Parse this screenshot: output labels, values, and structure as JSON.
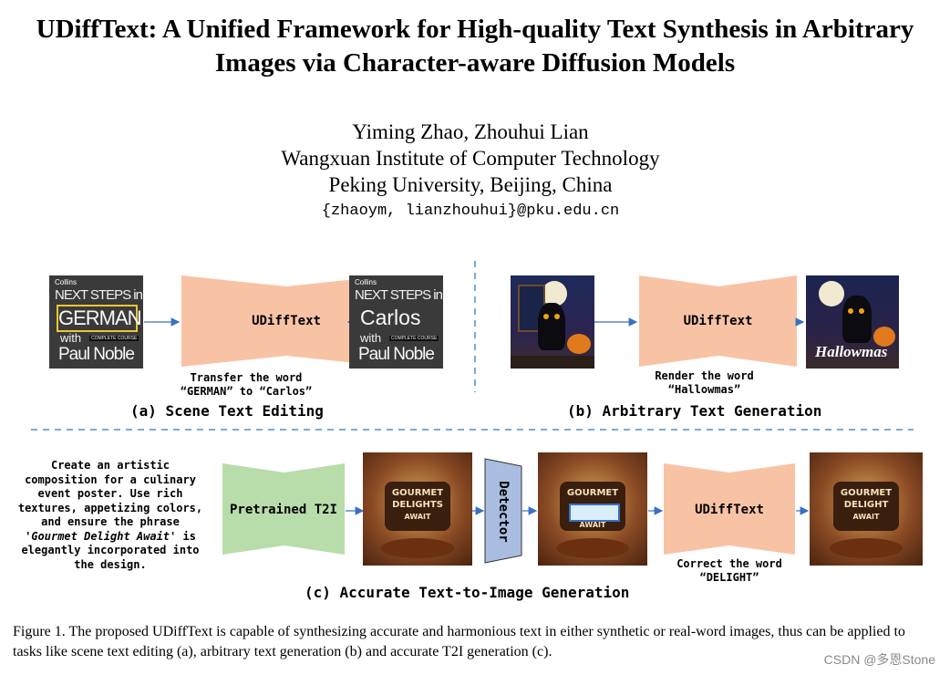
{
  "paper": {
    "title_line1": "UDiffText: A Unified Framework for High-quality Text Synthesis in Arbitrary",
    "title_line2": "Images via Character-aware Diffusion Models",
    "authors": "Yiming Zhao,   Zhouhui Lian",
    "affiliation1": "Wangxuan Institute of Computer Technology",
    "affiliation2": "Peking University, Beijing, China",
    "email": "{zhaoym, lianzhouhui}@pku.edu.cn"
  },
  "figure": {
    "panel_a": {
      "label": "(a) Scene Text Editing",
      "model": "UDiffText",
      "instruction_line1": "Transfer the word",
      "instruction_word1": "GERMAN",
      "instruction_mid": " to ",
      "instruction_word2": "Carlos",
      "book_before": {
        "publisher": "Collins",
        "line1": "NEXT STEPS in",
        "word": "GERMAN",
        "with": "with",
        "course": "COMPLETE COURSE",
        "author": "Paul Noble"
      },
      "book_after": {
        "publisher": "Collins",
        "line1": "NEXT STEPS in",
        "word": "Carlos",
        "with": "with",
        "course": "COMPLETE COURSE",
        "author": "Paul Noble"
      }
    },
    "panel_b": {
      "label": "(b) Arbitrary Text Generation",
      "model": "UDiffText",
      "instruction_line1": "Render the word",
      "instruction_word": "Hallowmas",
      "output_text": "Hallowmas"
    },
    "panel_c": {
      "label": "(c) Accurate Text-to-Image Generation",
      "prompt_prefix": "Create an artistic composition for a culinary event poster. Use rich textures, appetizing colors, and ensure the phrase '",
      "prompt_phrase": "Gourmet Delight Await",
      "prompt_suffix": "' is elegantly incorporated into the design.",
      "pretrained": "Pretrained T2I",
      "detector": "Detector",
      "model": "UDiffText",
      "instruction_line1": "Correct the word",
      "instruction_word": "DELIGHT",
      "poster1": [
        "GOURMET",
        "DELIGHTS",
        "AWAIT"
      ],
      "poster2": [
        "GOURMET",
        "",
        "AWAIT"
      ],
      "poster3": [
        "GOURMET",
        "DELIGHT",
        "AWAIT"
      ]
    },
    "caption": "Figure 1.  The proposed UDiffText is capable of synthesizing accurate and harmonious text in either synthetic or real-word images, thus can be applied to tasks like scene text editing (a), arbitrary text generation (b) and accurate T2I generation (c)."
  },
  "watermark": "CSDN @多恩Stone",
  "colors": {
    "udiff": "#f8c3a5",
    "pretrained": "#b9ddaa",
    "detector": "#a9bde0",
    "arrow": "#3a6fc2",
    "dash": "#4a90d0"
  }
}
